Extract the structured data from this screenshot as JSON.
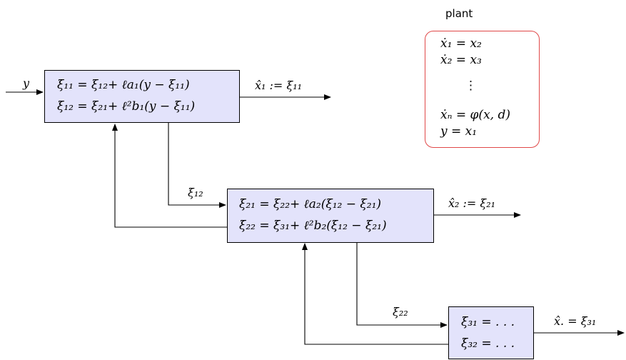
{
  "plant": {
    "title": "plant",
    "equations": [
      "ẋ₁ = x₂",
      "ẋ₂ = x₃",
      "⋮",
      "ẋₙ = φ(x, d)",
      "y = x₁"
    ]
  },
  "stages": [
    {
      "eq1": "ξ̇₁₁ = ξ₁₂+ ℓa₁(y − ξ₁₁)",
      "eq2": "ξ̇₁₂ = ξ₂₁+ ℓ²b₁(y − ξ₁₁)",
      "output": "x̂₁ := ξ₁₁"
    },
    {
      "eq1": "ξ̇₂₁ = ξ₂₂+ ℓa₂(ξ₁₂ − ξ₂₁)",
      "eq2": "ξ̇₂₂ = ξ₃₁+ ℓ²b₂(ξ₁₂ − ξ₂₁)",
      "output": "x̂₂ := ξ₂₁"
    },
    {
      "eq1": "ξ̇₃₁ = . . .",
      "eq2": "ξ̇₃₂ = . . .",
      "output": "x̂. = ξ₃₁"
    }
  ],
  "signals": {
    "input": "y",
    "link12": "ξ₁₂",
    "link22": "ξ₂₂"
  }
}
